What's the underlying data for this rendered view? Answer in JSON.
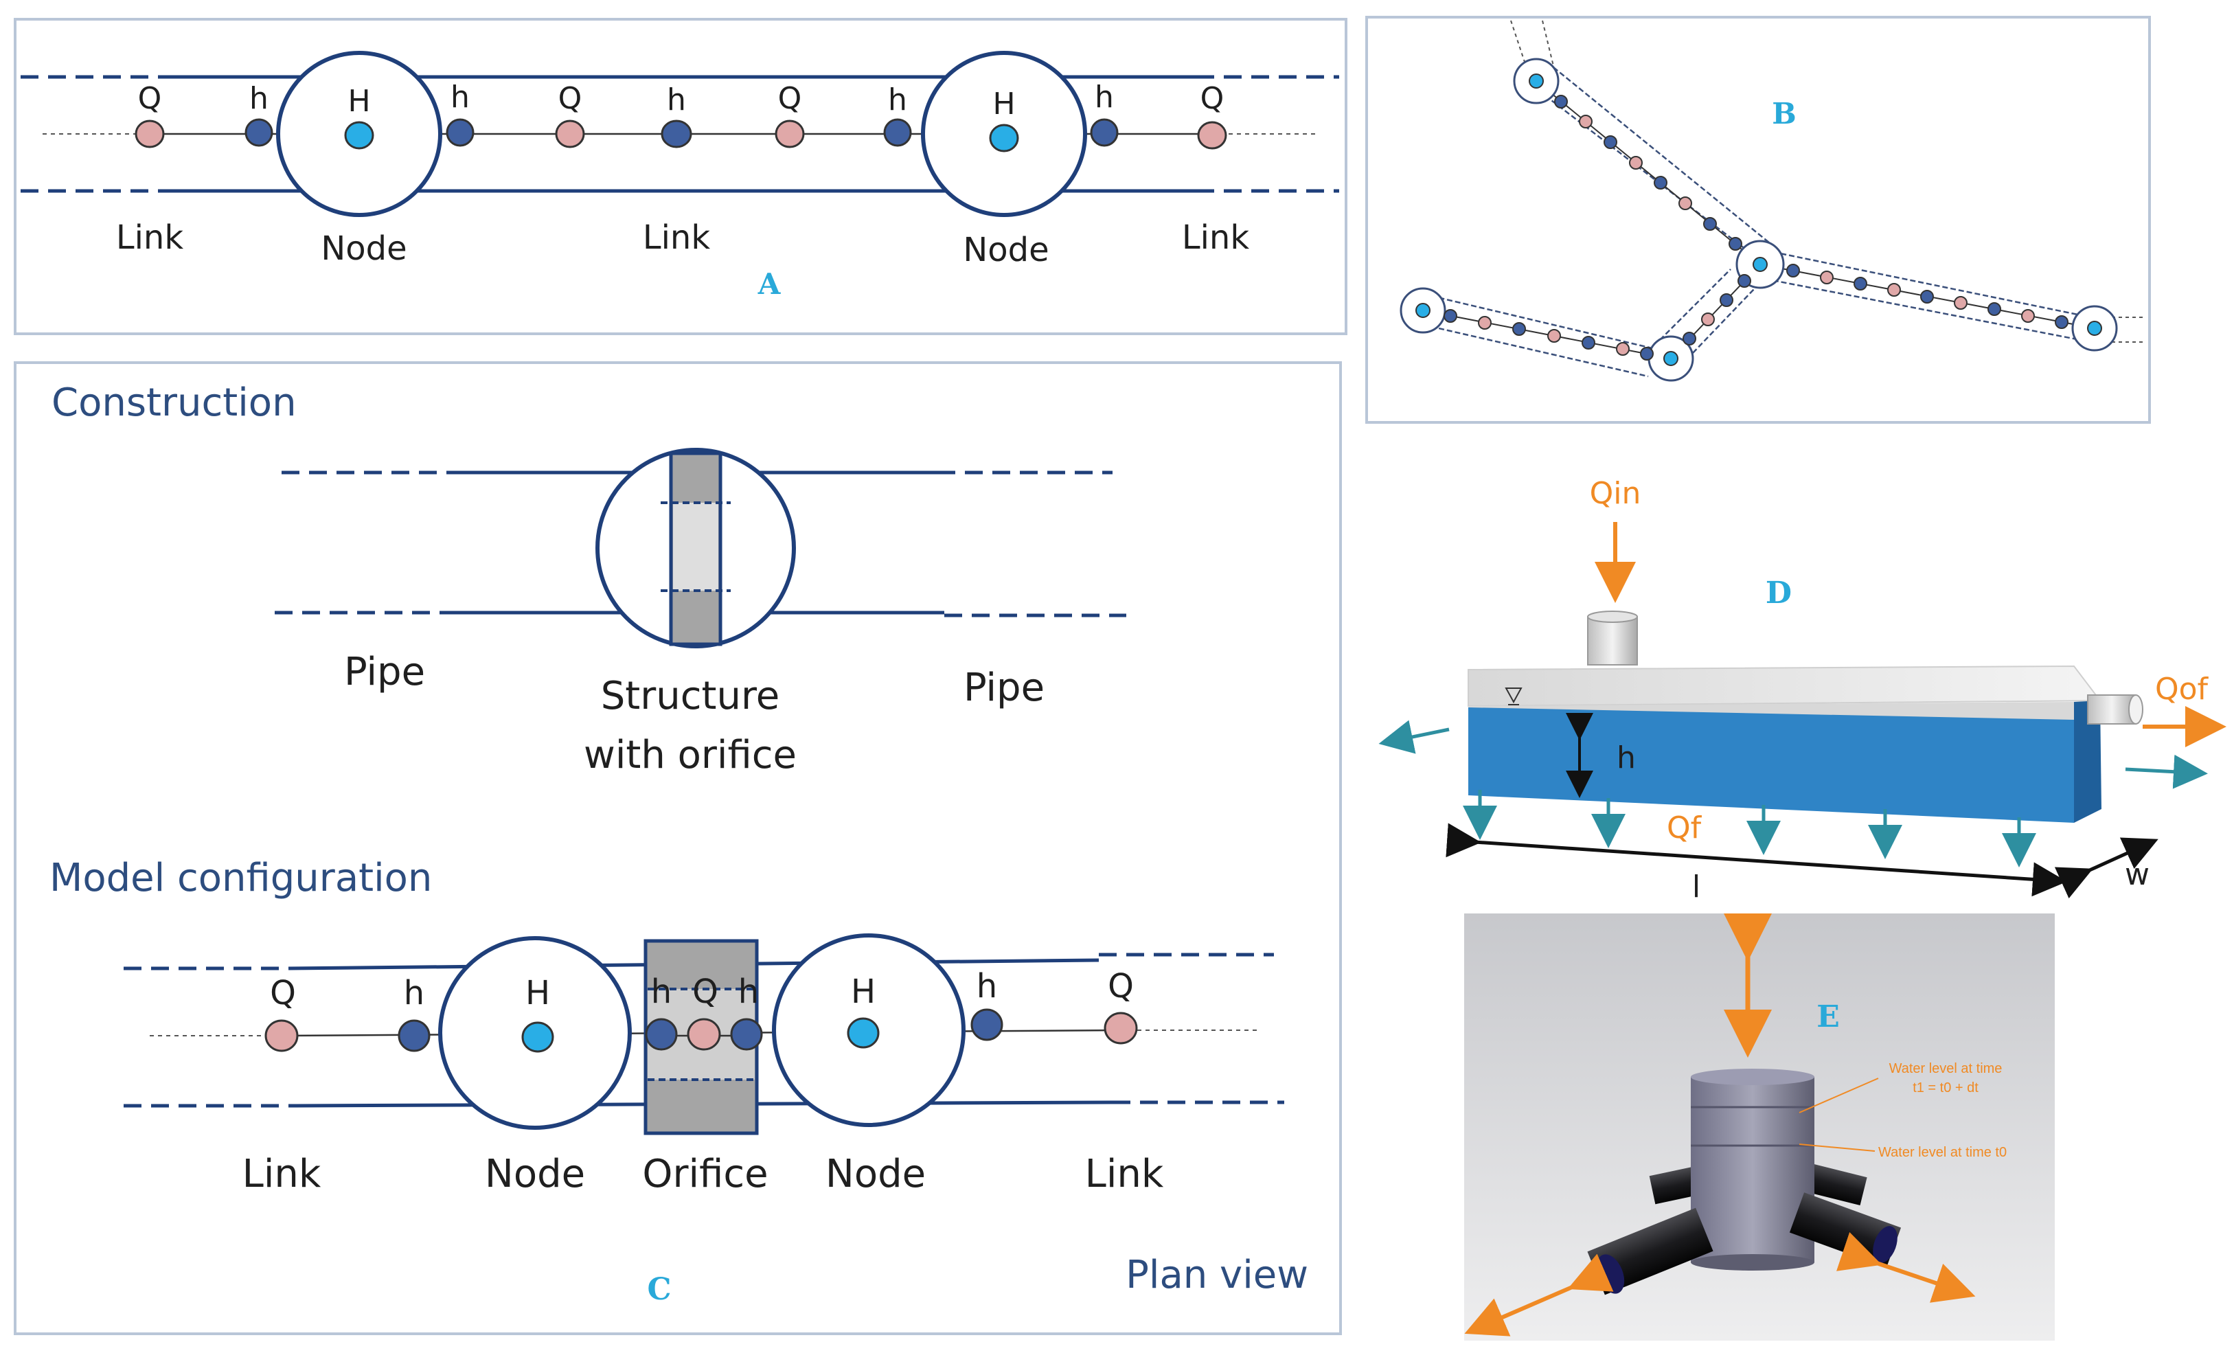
{
  "panel_a": {
    "letter": "A",
    "top_symbols": [
      "Q",
      "h",
      "H",
      "h",
      "Q",
      "h",
      "Q",
      "h",
      "H",
      "h",
      "Q"
    ],
    "link_left": "Link",
    "node_left": "Node",
    "link_mid": "Link",
    "node_right": "Node",
    "link_right": "Link"
  },
  "panel_b": {
    "letter": "B"
  },
  "panel_c": {
    "letter": "C",
    "construction_heading": "Construction",
    "pipe_left": "Pipe",
    "structure_line1": "Structure",
    "structure_line2": "with orifice",
    "pipe_right": "Pipe",
    "model_heading": "Model configuration",
    "model_symbols": [
      "Q",
      "h",
      "H",
      "h",
      "Q",
      "h",
      "H",
      "h",
      "Q"
    ],
    "link_left": "Link",
    "node_left": "Node",
    "orifice": "Orifice",
    "node_right": "Node",
    "link_right": "Link",
    "plan_view": "Plan view"
  },
  "panel_d": {
    "letter": "D",
    "qin": "Qin",
    "qof": "Qof",
    "h": "h",
    "qf": "Qf",
    "l": "l",
    "w": "w"
  },
  "panel_e": {
    "letter": "E",
    "water_level_t1_line1": "Water level at time",
    "water_level_t1_line2": "t1 = t0 + dt",
    "water_level_t0": "Water level at time t0"
  },
  "colors": {
    "pipe_blue": "#1f3f7a",
    "node_h_blue": "#29aee6",
    "h_point": "#3f5f9f",
    "q_point": "#e0a8a8",
    "accent_letter": "#29a9d9",
    "orange": "#f08a24",
    "teal_arrow": "#2e8fa0",
    "water": "#2f84c6"
  }
}
